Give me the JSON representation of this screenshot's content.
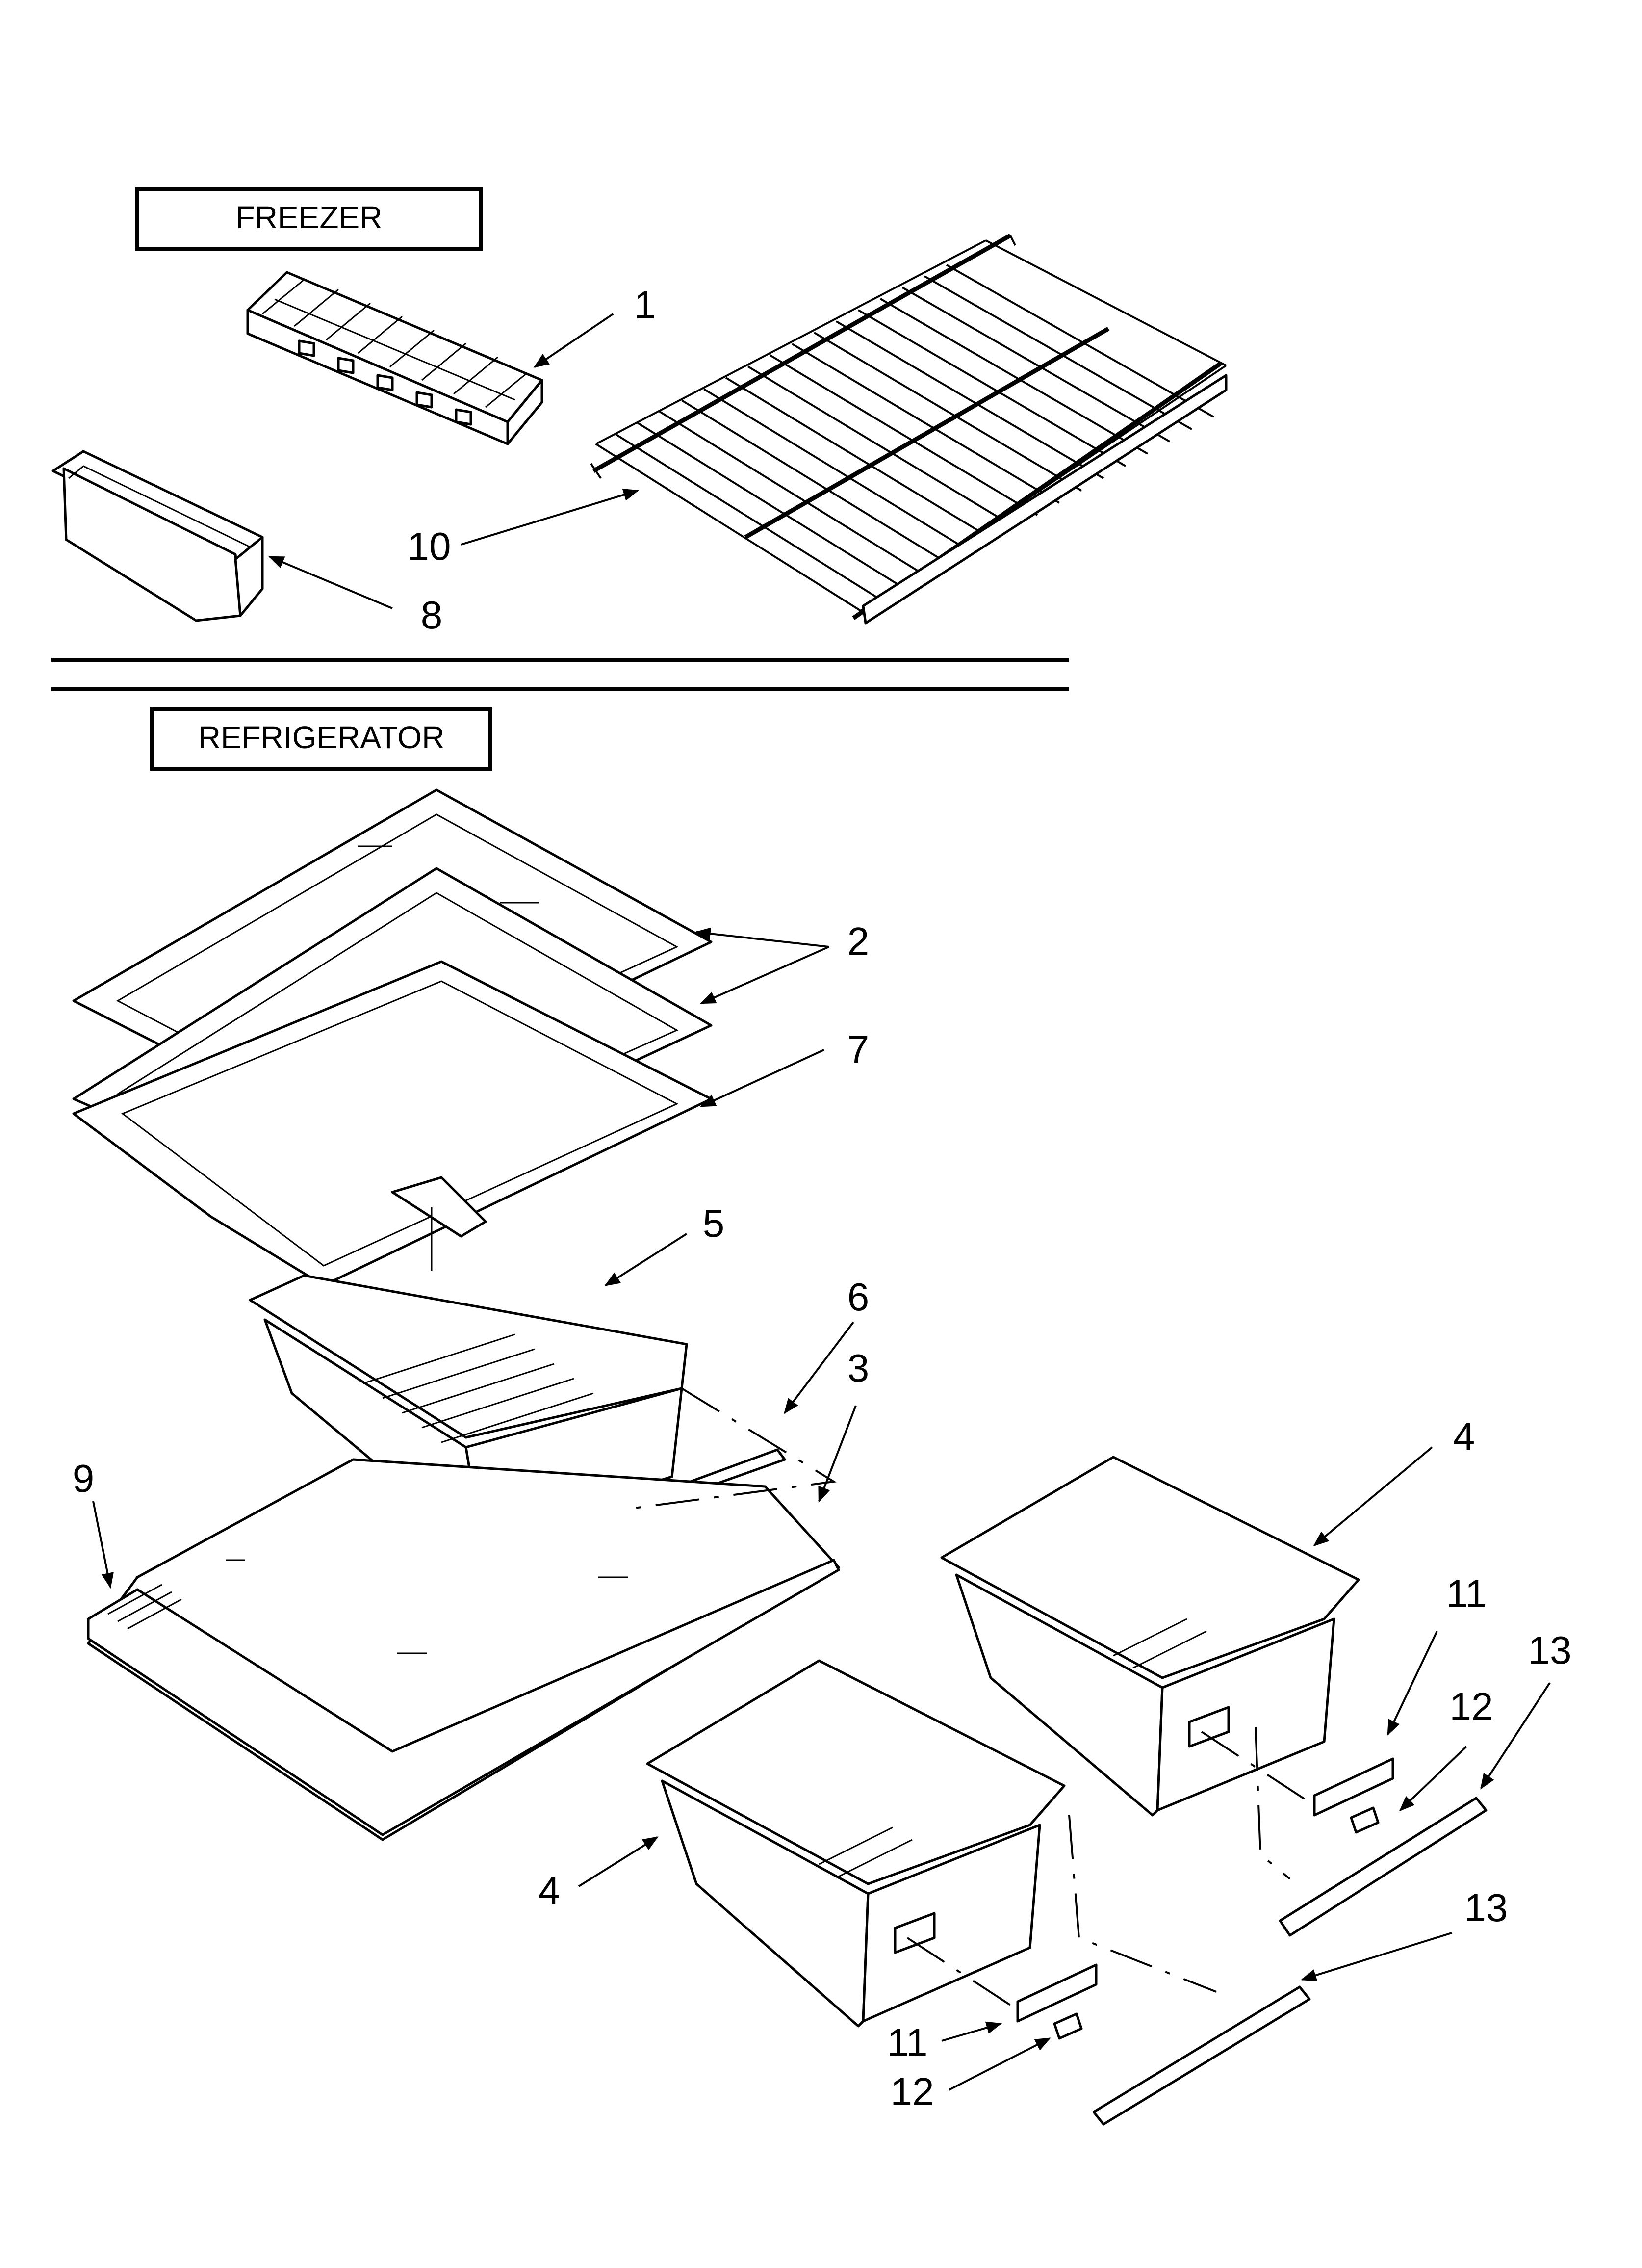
{
  "sections": {
    "freezer": "FREEZER",
    "refrigerator": "REFRIGERATOR"
  },
  "callouts": {
    "c1": "1",
    "c2": "2",
    "c3": "3",
    "c4a": "4",
    "c4b": "4",
    "c5": "5",
    "c6": "6",
    "c7": "7",
    "c8": "8",
    "c9": "9",
    "c10": "10",
    "c11a": "11",
    "c11b": "11",
    "c12a": "12",
    "c12b": "12",
    "c13a": "13",
    "c13b": "13"
  }
}
